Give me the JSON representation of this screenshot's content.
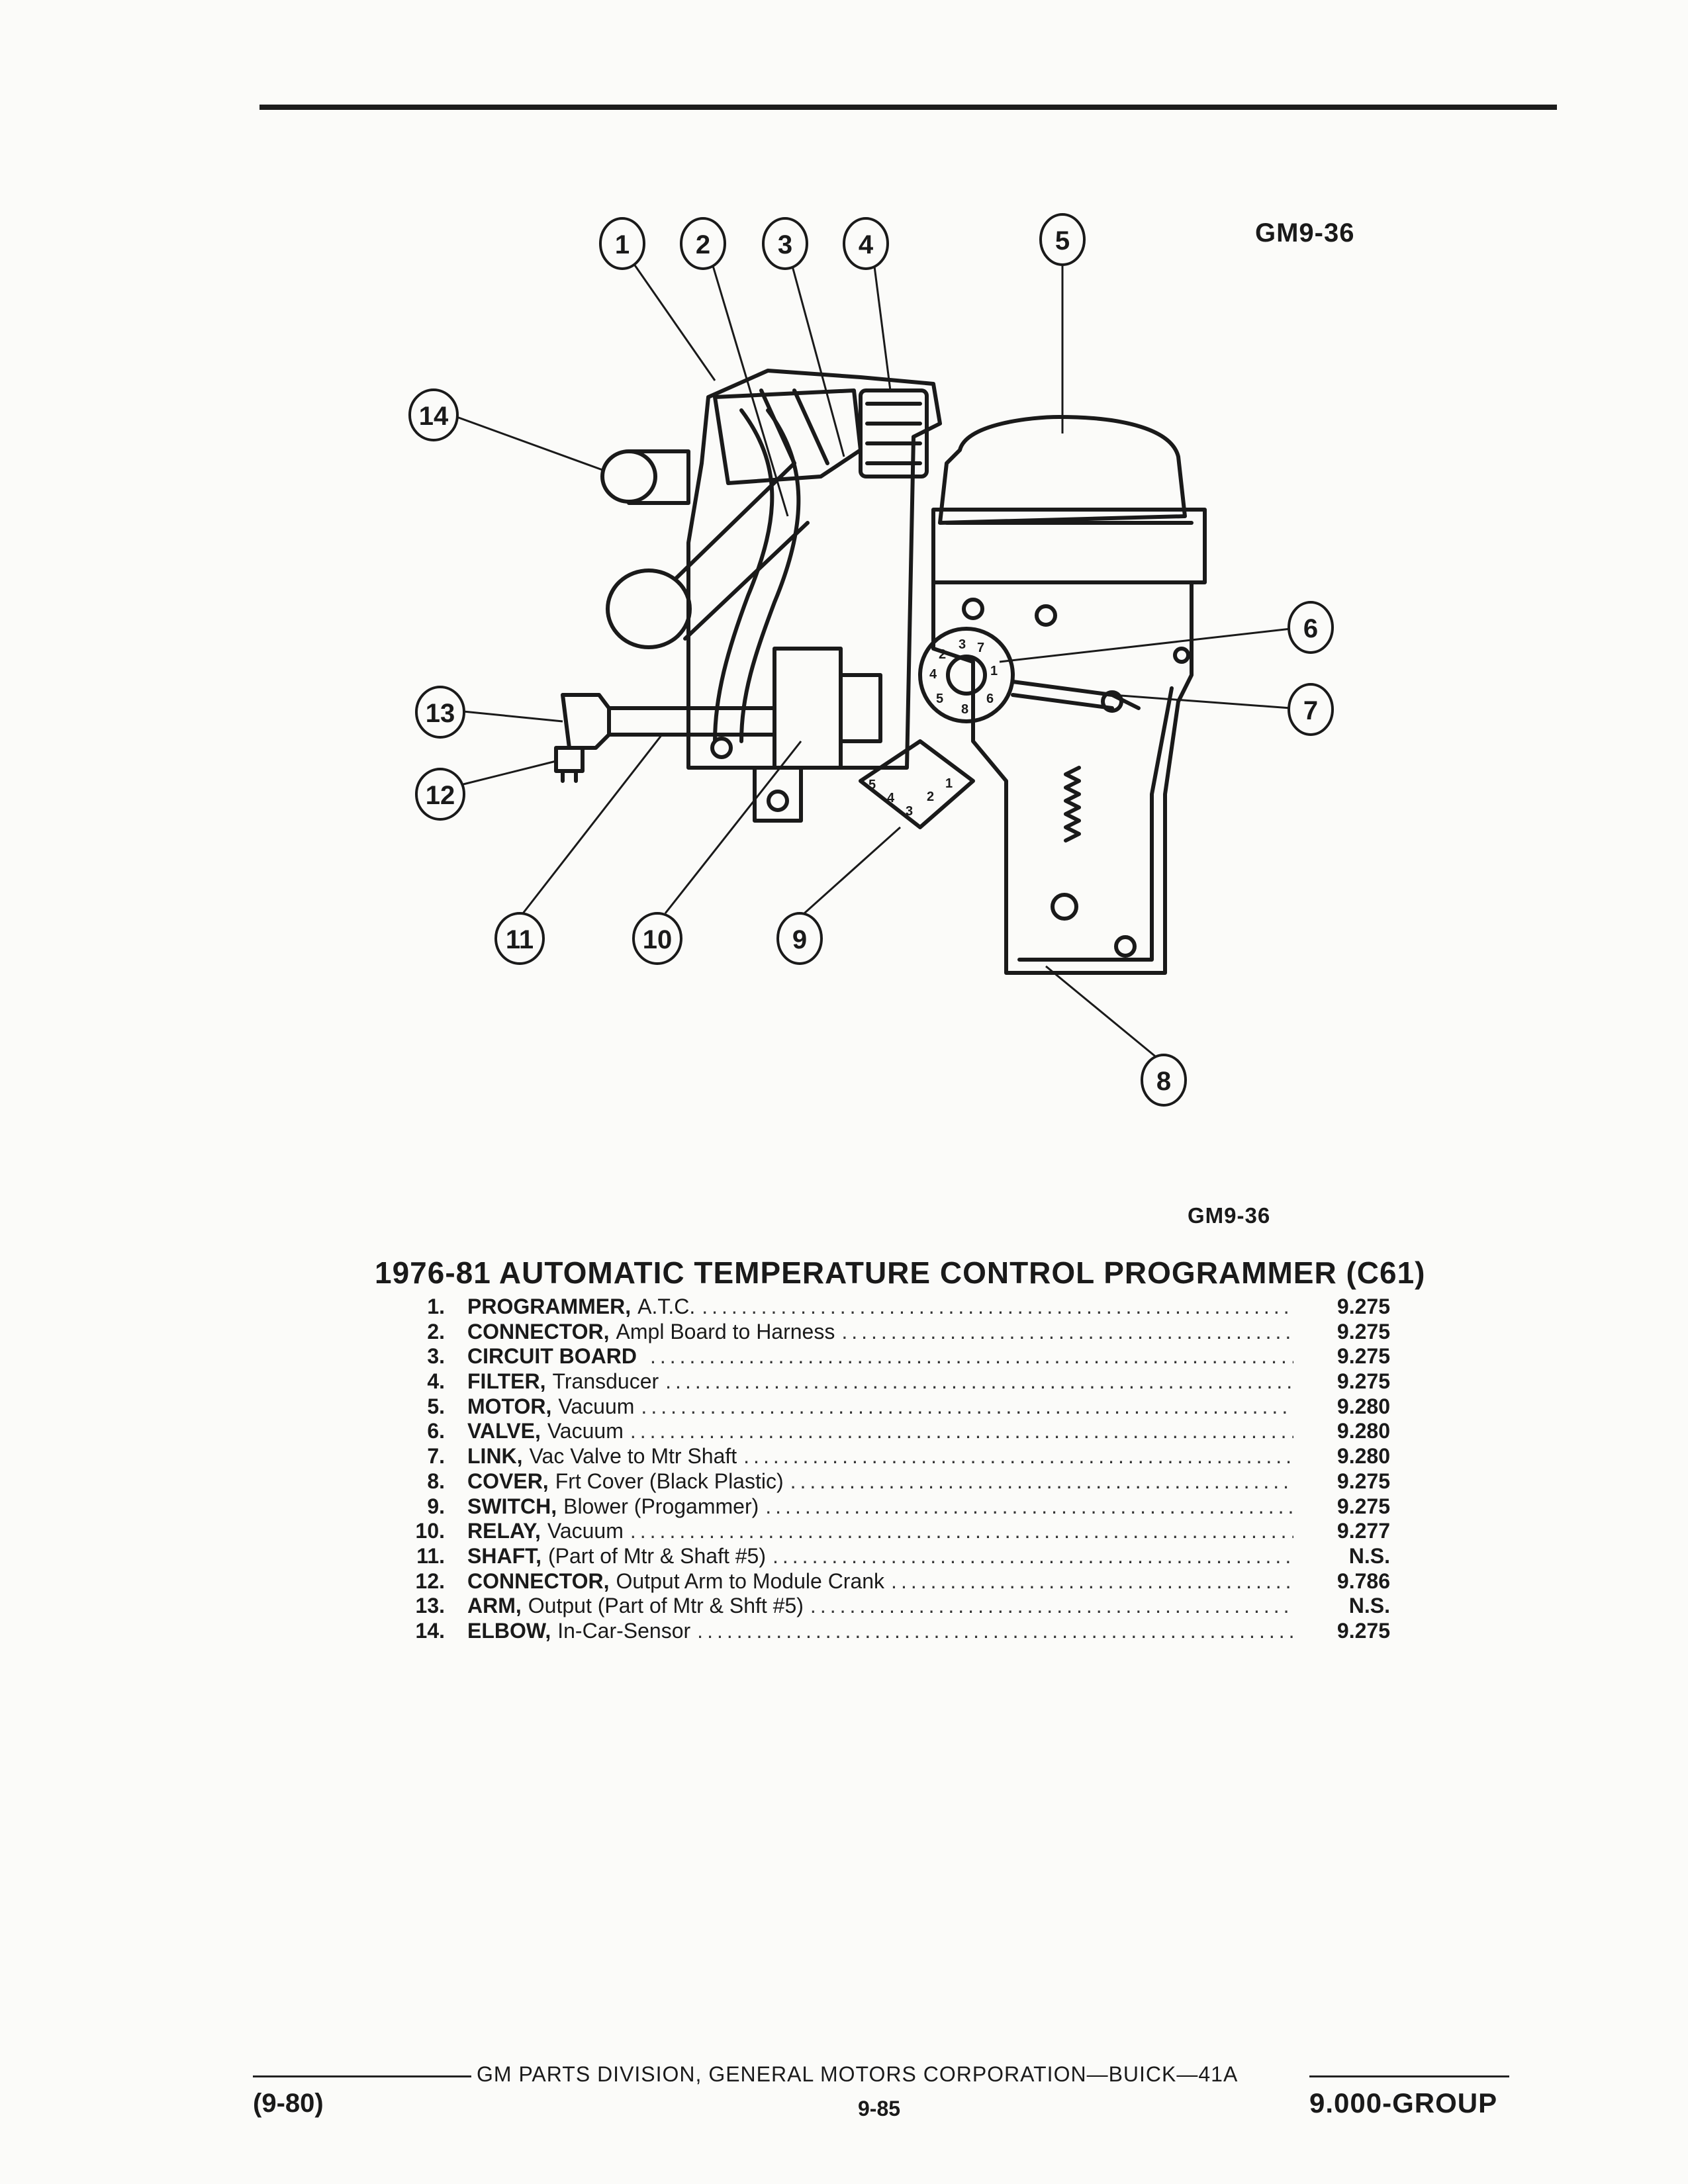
{
  "figure": {
    "code_top": "GM9-36",
    "code_bottom": "GM9-36",
    "callouts": [
      "1",
      "2",
      "3",
      "4",
      "5",
      "6",
      "7",
      "8",
      "9",
      "10",
      "11",
      "12",
      "13",
      "14"
    ],
    "connector_pin_labels": [
      "2",
      "3",
      "7",
      "4",
      "1",
      "5",
      "8",
      "6"
    ],
    "switch_terminal_labels": [
      "5",
      "4",
      "3",
      "2",
      "1"
    ]
  },
  "parts_list": {
    "title": "1976-81 AUTOMATIC TEMPERATURE CONTROL PROGRAMMER (C61)",
    "items": [
      {
        "num": "1.",
        "name": "PROGRAMMER,",
        "desc": "A.T.C.",
        "ref": "9.275"
      },
      {
        "num": "2.",
        "name": "CONNECTOR,",
        "desc": "Ampl Board to Harness",
        "ref": "9.275"
      },
      {
        "num": "3.",
        "name": "CIRCUIT BOARD",
        "desc": "",
        "ref": "9.275"
      },
      {
        "num": "4.",
        "name": "FILTER,",
        "desc": "Transducer",
        "ref": "9.275"
      },
      {
        "num": "5.",
        "name": "MOTOR,",
        "desc": "Vacuum",
        "ref": "9.280"
      },
      {
        "num": "6.",
        "name": "VALVE,",
        "desc": "Vacuum",
        "ref": "9.280"
      },
      {
        "num": "7.",
        "name": "LINK,",
        "desc": "Vac Valve to Mtr Shaft",
        "ref": "9.280"
      },
      {
        "num": "8.",
        "name": "COVER,",
        "desc": "Frt Cover (Black Plastic)",
        "ref": "9.275"
      },
      {
        "num": "9.",
        "name": "SWITCH,",
        "desc": "Blower (Progammer)",
        "ref": "9.275"
      },
      {
        "num": "10.",
        "name": "RELAY,",
        "desc": "Vacuum",
        "ref": "9.277"
      },
      {
        "num": "11.",
        "name": "SHAFT,",
        "desc": "(Part of Mtr & Shaft #5)",
        "ref": "N.S."
      },
      {
        "num": "12.",
        "name": "CONNECTOR,",
        "desc": "Output Arm to Module Crank",
        "ref": "9.786"
      },
      {
        "num": "13.",
        "name": "ARM,",
        "desc": "Output (Part of Mtr & Shft #5)",
        "ref": "N.S."
      },
      {
        "num": "14.",
        "name": "ELBOW,",
        "desc": "In-Car-Sensor",
        "ref": "9.275"
      }
    ]
  },
  "footer": {
    "center": "GM PARTS DIVISION, GENERAL MOTORS CORPORATION—BUICK—41A",
    "date": "(9-80)",
    "page": "9-85",
    "group": "9.000-GROUP"
  }
}
